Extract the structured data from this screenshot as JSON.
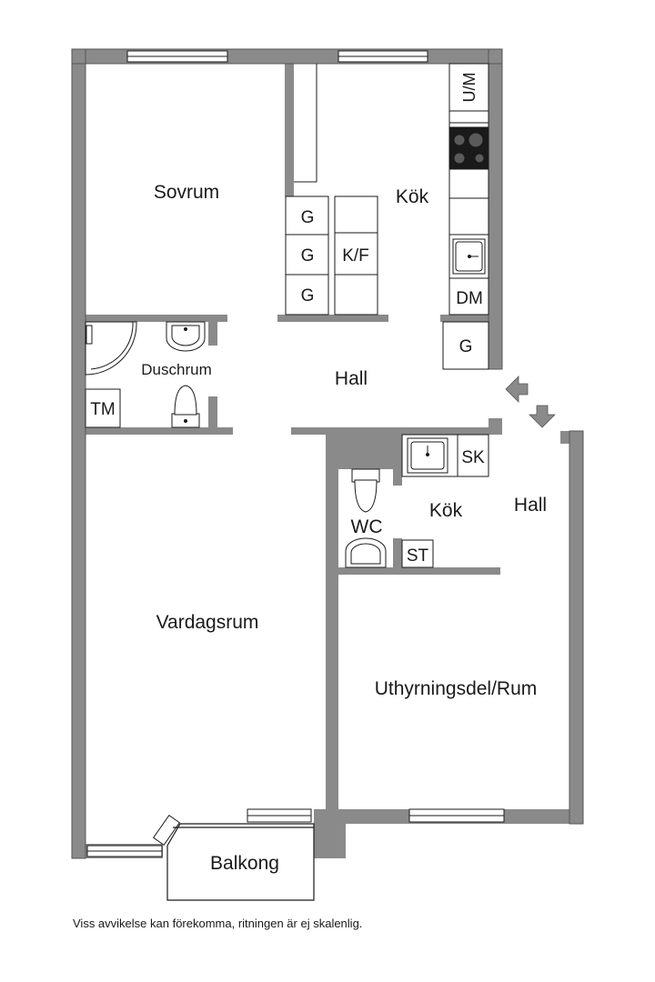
{
  "rooms": {
    "sovrum": "Sovrum",
    "kok_upper": "Kök",
    "duschrum": "Duschrum",
    "hall_upper": "Hall",
    "vardagsrum": "Vardagsrum",
    "kok_lower": "Kök",
    "hall_lower": "Hall",
    "wc": "WC",
    "uthyrning": "Uthyrningsdel/Rum",
    "balkong": "Balkong"
  },
  "fixtures": {
    "um": "U/M",
    "dm": "DM",
    "g1": "G",
    "g2": "G",
    "g3": "G",
    "g4": "G",
    "kf": "K/F",
    "tm": "TM",
    "sk": "SK",
    "st": "ST"
  },
  "icons": [
    "window-icon",
    "stove-icon",
    "sink-icon",
    "shower-icon",
    "toilet-icon",
    "washbasin-icon",
    "entrance-arrow-icon",
    "door-icon"
  ],
  "colors": {
    "wall": "#8a8a8a",
    "wall_dark": "#7a7a7a",
    "line": "#1a1a1a",
    "background": "#ffffff"
  },
  "footer": {
    "disclaimer": "Viss avvikelse kan förekomma, ritningen är ej skalenlig."
  }
}
